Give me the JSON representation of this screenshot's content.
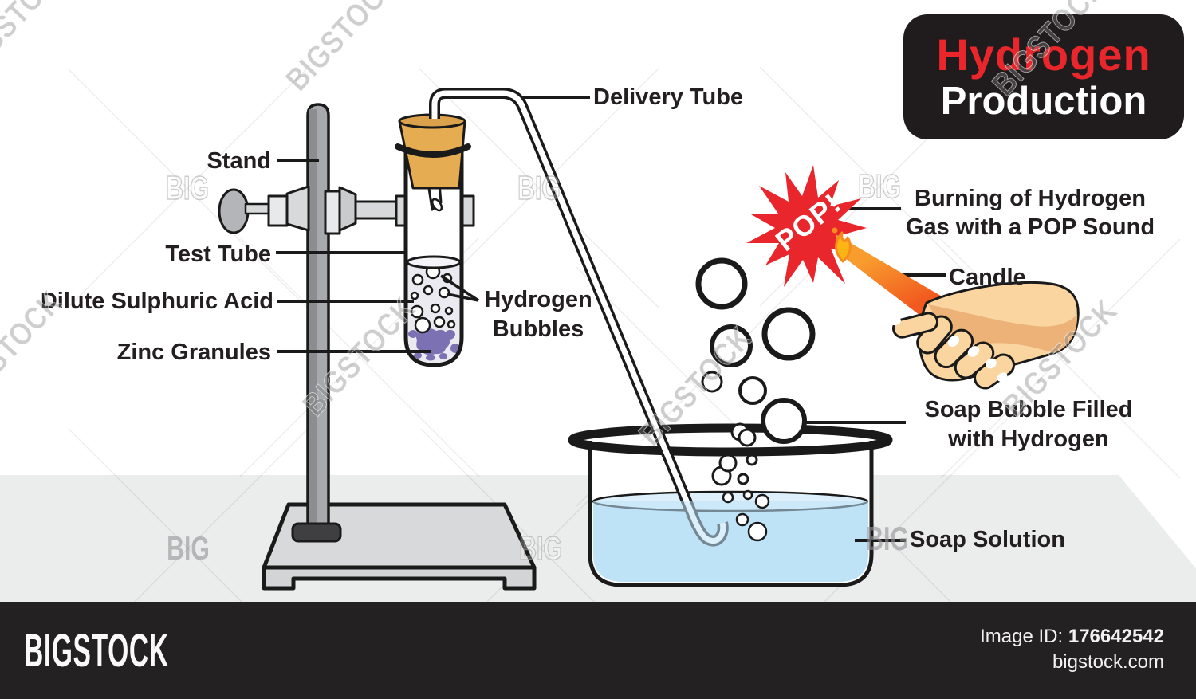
{
  "title": {
    "line1": "Hydrogen",
    "line2": "Production"
  },
  "labels": {
    "stand": "Stand",
    "test_tube": "Test Tube",
    "dilute_sulphuric_acid": "Dilute Sulphuric Acid",
    "zinc_granules": "Zinc Granules",
    "delivery_tube": "Delivery Tube",
    "hydrogen_bubbles": {
      "line1": "Hydrogen",
      "line2": "Bubbles"
    },
    "burning": {
      "line1": "Burning of Hydrogen",
      "line2": "Gas with a POP Sound"
    },
    "candle": "Candle",
    "soap_bubble": {
      "line1": "Soap Bubble Filled",
      "line2": "with Hydrogen"
    },
    "soap_solution": "Soap Solution",
    "pop": "POP!"
  },
  "watermark": {
    "full": "BIGSTOCK",
    "short": "BIG"
  },
  "footer": {
    "logo": "BIGSTOCK",
    "image_id_label": "Image ID:",
    "image_id": "176642542",
    "website": "bigstock.com"
  },
  "colors": {
    "title_accent": "#E8262B",
    "pop_burst": "#E8262B",
    "candle_orange": "#F68B1E",
    "flame_yellow": "#FDB515",
    "cork_tan": "#E5AC52",
    "zinc_purple": "#7C71B2",
    "acid_fill": "#EAEAF0",
    "soap_solution_fill": "#BEE3F7",
    "table_gray": "#EBECEC",
    "footer_bg": "#242122",
    "skin": "#FBD5A0"
  }
}
